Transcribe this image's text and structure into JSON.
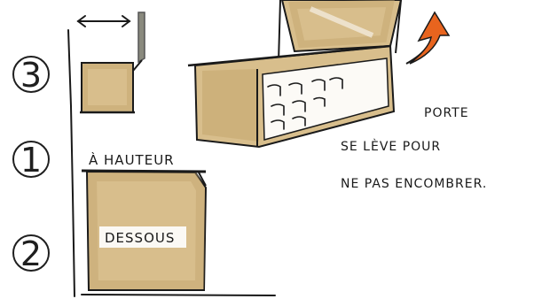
{
  "labels": {
    "step_3": "3",
    "step_1": "1",
    "step_2": "2",
    "a_hauteur": "À HAUTEUR",
    "dessous": "DESSOUS",
    "porte": "PORTE",
    "se_leve_pour": "SE LÈVE POUR",
    "ne_pas_encombrer": "NE PAS ENCOMBRER."
  },
  "colors": {
    "cardboard": "#d8be8c",
    "cardboard_dark": "#c4a56d",
    "ink": "#1a1a1a",
    "marker_gray": "#8a8a7e",
    "arrow_orange": "#e8641e"
  },
  "icons": {
    "width_arrow": "double-headed-arrow",
    "lift_arrow": "curved-arrow-up"
  }
}
